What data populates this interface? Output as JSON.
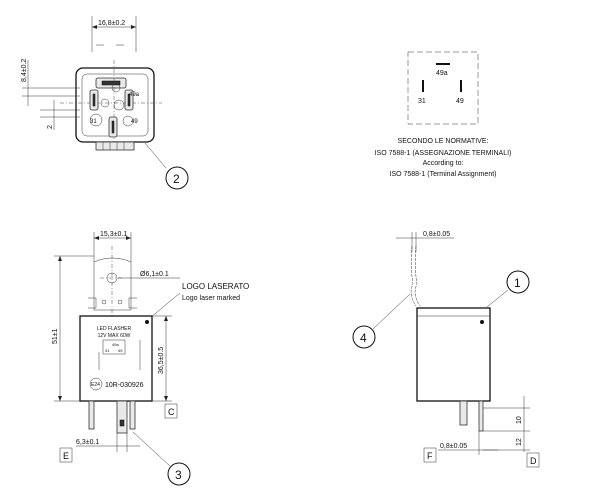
{
  "top_left": {
    "dim_width": "16,8±0.2",
    "dim_height": "8,4±0.2",
    "dim_small": "2",
    "pin_31": "31",
    "pin_49a": "49a",
    "pin_49": "49",
    "callout": "2"
  },
  "terminal_diagram": {
    "pin_49a": "49a",
    "pin_31": "31",
    "pin_49": "49",
    "note_line1": "SECONDO LE NORMATIVE:",
    "note_line2": "ISO 7588-1 (ASSEGNAZIONE TERMINALI)",
    "note_line3": "According to:",
    "note_line4": "ISO 7588-1 (Terminal Assignment)"
  },
  "front_view": {
    "dim_top": "15,3±0.1",
    "dim_hole": "Ø6,1±0.1",
    "logo_it": "LOGO LASERATO",
    "logo_en": "Logo laser marked",
    "dim_height": "51±1",
    "dim_body": "36,5±0.5",
    "label_line1": "LED FLASHER",
    "label_line2": "12V MAX 60W",
    "label_49a": "49a",
    "label_31": "31",
    "label_49": "49",
    "ce_text": "E24",
    "approval": "10R-030926",
    "dim_pin": "6,3±0.1",
    "marker_e": "E",
    "marker_c": "C",
    "callout": "3"
  },
  "side_view": {
    "dim_top": "0,8±0.05",
    "dim_bottom": "0,8±0.05",
    "dim_10": "10",
    "dim_12": "12",
    "marker_f": "F",
    "marker_d": "D",
    "callout_1": "1",
    "callout_4": "4"
  }
}
